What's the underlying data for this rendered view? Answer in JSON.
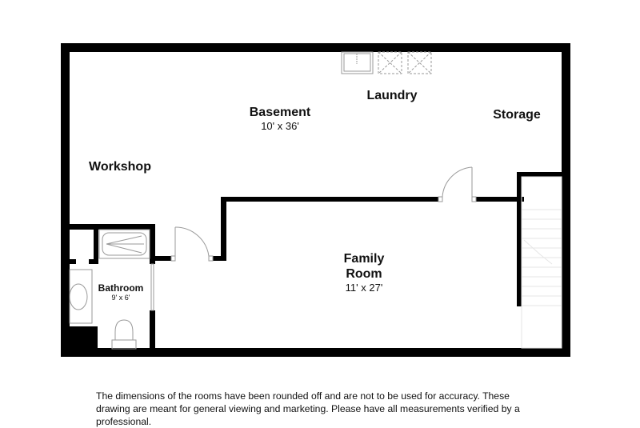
{
  "floorplan": {
    "rooms": [
      {
        "id": "basement",
        "name": "Basement",
        "dimensions": "10' x 36'"
      },
      {
        "id": "laundry",
        "name": "Laundry",
        "dimensions": ""
      },
      {
        "id": "storage",
        "name": "Storage",
        "dimensions": ""
      },
      {
        "id": "workshop",
        "name": "Workshop",
        "dimensions": ""
      },
      {
        "id": "family-room",
        "name_line1": "Family",
        "name_line2": "Room",
        "dimensions": "11' x 27'"
      },
      {
        "id": "bathroom",
        "name": "Bathroom",
        "dimensions": "9' x 6'"
      }
    ],
    "fixtures": [
      "laundry-sink",
      "washer",
      "dryer",
      "bathtub",
      "vanity-sink",
      "toilet",
      "stairs",
      "door",
      "door",
      "door"
    ]
  },
  "colors": {
    "wall": "#000000",
    "fixture": "#9a9a9a",
    "background": "#ffffff"
  },
  "disclaimer": "The dimensions of the rooms have been rounded off and are not to be used for accuracy. These drawing are meant for general viewing and marketing. Please have all measurements verified by a professional."
}
